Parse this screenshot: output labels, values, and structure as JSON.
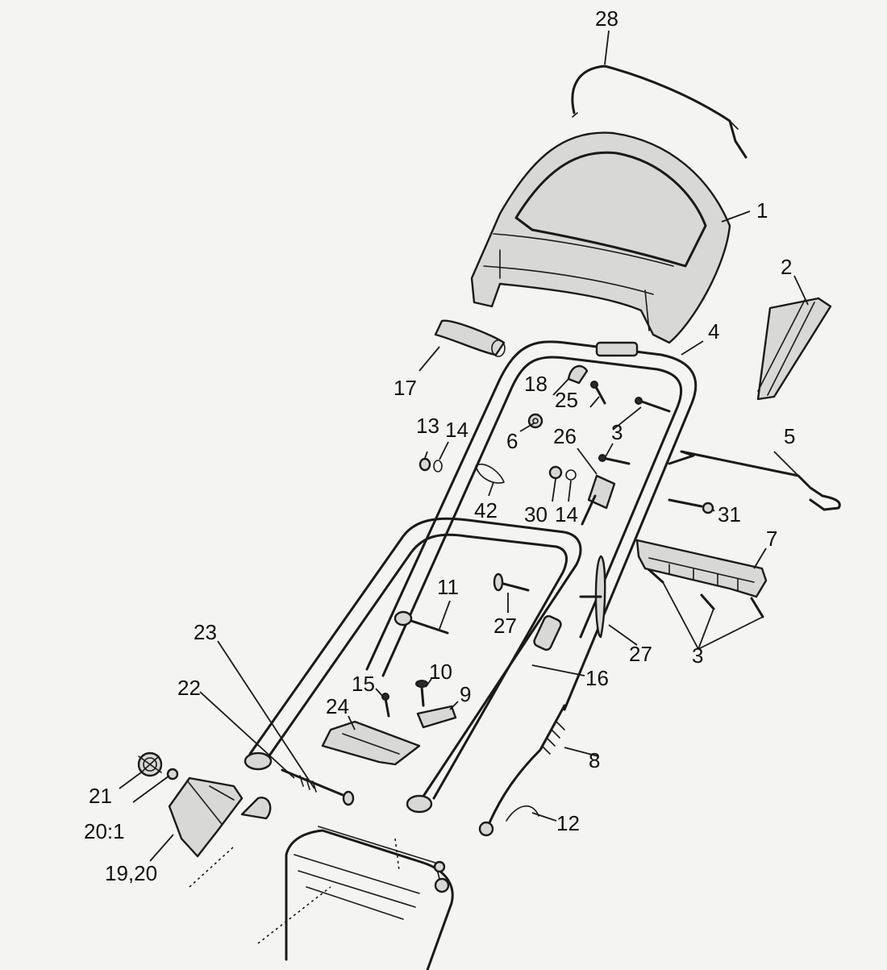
{
  "callouts": {
    "c28": "28",
    "c1": "1",
    "c2": "2",
    "c4": "4",
    "c17": "17",
    "c18": "18",
    "c25": "25",
    "c13": "13",
    "c14a": "14",
    "c6": "6",
    "c26": "26",
    "c3a": "3",
    "c5": "5",
    "c42": "42",
    "c30": "30",
    "c14b": "14",
    "c31": "31",
    "c7": "7",
    "c11": "11",
    "c27a": "27",
    "c27b": "27",
    "c3b": "3",
    "c23": "23",
    "c10": "10",
    "c16": "16",
    "c15": "15",
    "c9": "9",
    "c22": "22",
    "c24": "24",
    "c8": "8",
    "c21": "21",
    "c20_1": "20:1",
    "c12": "12",
    "c19_20": "19,20"
  }
}
